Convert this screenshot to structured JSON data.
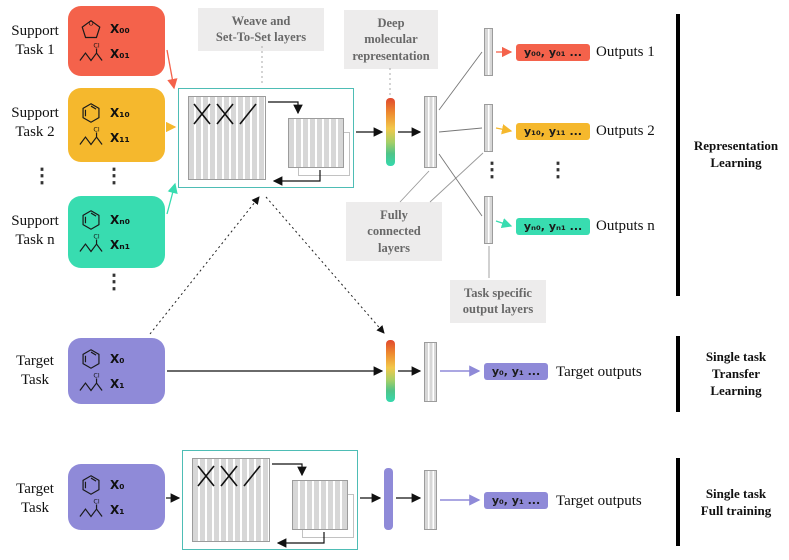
{
  "support_tasks": [
    {
      "label": "Support\nTask 1",
      "x0": "X₀₀",
      "x1": "X₀₁",
      "y": "y₀₀, y₀₁ ...",
      "output": "Outputs 1",
      "color": "#f4624b"
    },
    {
      "label": "Support\nTask 2",
      "x0": "X₁₀",
      "x1": "X₁₁",
      "y": "y₁₀, y₁₁ ...",
      "output": "Outputs 2",
      "color": "#f5b82d"
    },
    {
      "label": "Support\nTask n",
      "x0": "Xₙ₀",
      "x1": "Xₙ₁",
      "y": "yₙ₀, yₙ₁ ...",
      "output": "Outputs n",
      "color": "#38dcb0"
    }
  ],
  "target_transfer": {
    "label": "Target\nTask",
    "x0": "X₀",
    "x1": "X₁",
    "y": "y₀, y₁ ...",
    "output": "Target outputs",
    "color": "#8f8ad8"
  },
  "target_full": {
    "label": "Target\nTask",
    "x0": "X₀",
    "x1": "X₁",
    "y": "y₀, y₁ ...",
    "output": "Target outputs",
    "color": "#8f8ad8"
  },
  "notes": {
    "weave": "Weave and\nSet-To-Set layers",
    "deep": "Deep\nmolecular\nrepresentation",
    "fully": "Fully\nconnected layers",
    "task_specific": "Task specific\noutput layers"
  },
  "sections": {
    "representation": "Representation\nLearning",
    "transfer": "Single task\nTransfer\nLearning",
    "full": "Single task\nFull training"
  },
  "molecule_atoms": {
    "o": "O",
    "cl": "Cl"
  },
  "ellipsis": "⋮",
  "colors": {
    "support1": "#f4624b",
    "support2": "#f5b82d",
    "supportn": "#38dcb0",
    "target": "#8f8ad8",
    "encoder_border": "#4ebdb5",
    "note_bg": "#edecec",
    "gradient_top": "#e0482e",
    "gradient_bottom": "#35d9ae"
  }
}
